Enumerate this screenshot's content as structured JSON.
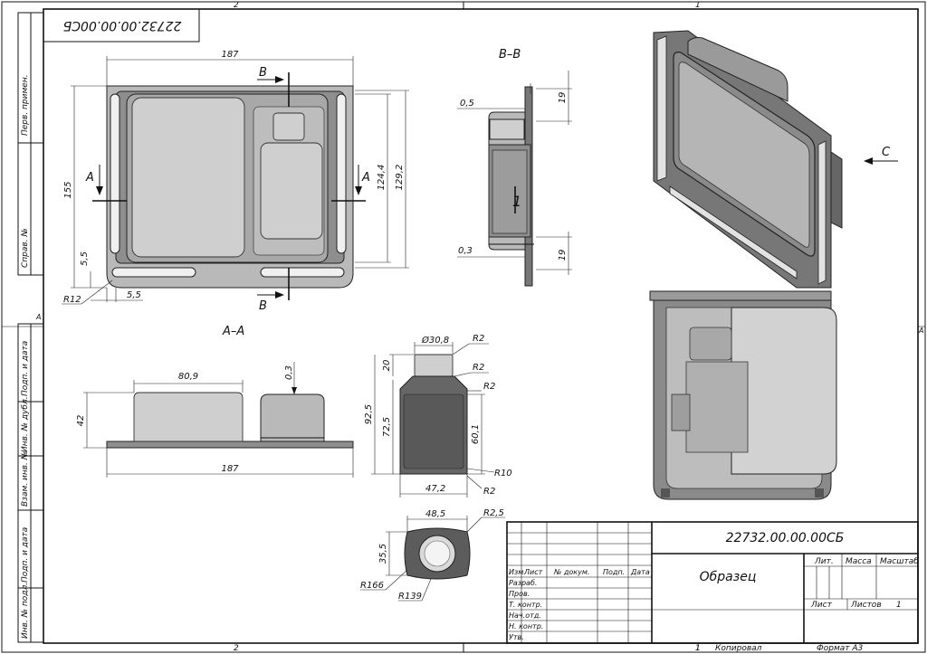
{
  "frame": {
    "zone_top_left": "2",
    "zone_top_right": "1",
    "zone_bottom_left": "2",
    "zone_bottom_right": "1",
    "zone_side_left": "A",
    "zone_side_right": "A"
  },
  "mirrored_stamp": "22732.00.00.00СБ",
  "side_strip": [
    "Перв. примен.",
    "Справ. №",
    "Подп. и дата",
    "Инв. № дубл.",
    "Взам. инв. №",
    "Подп. и дата",
    "Инв. № подл."
  ],
  "views": {
    "bb_title": "В–В",
    "aa_title": "А–А",
    "c_label": "С",
    "section_a": "А",
    "section_b": "В",
    "item_number": "1"
  },
  "dims": {
    "width_187_top": "187",
    "height_155": "155",
    "height_124_4": "124,4",
    "height_129_2": "129,2",
    "d_5_5_v": "5,5",
    "r12": "R12",
    "d_5_5_h": "5,5",
    "bb_0_5": "0,5",
    "bb_0_3": "0,3",
    "bb_19_top": "19",
    "bb_19_bottom": "19",
    "aa_80_9": "80,9",
    "aa_0_3": "0,3",
    "aa_42": "42",
    "aa_187": "187",
    "bottle_d30_8": "Ø30,8",
    "bottle_r2_a": "R2",
    "bottle_r2_b": "R2",
    "bottle_r2_c": "R2",
    "bottle_r2_d": "R2",
    "bottle_20": "20",
    "bottle_92_5": "92,5",
    "bottle_72_5": "72,5",
    "bottle_60_1": "60,1",
    "bottle_r10": "R10",
    "bottle_47_2": "47,2",
    "top_48_5": "48,5",
    "top_r2_5": "R2,5",
    "top_35_5": "35,5",
    "top_r166": "R166",
    "top_r139": "R139"
  },
  "title_block": {
    "designation": "22732.00.00.00СБ",
    "name": "Образец",
    "col_lit": "Лит.",
    "col_mass": "Масса",
    "col_scale": "Масштаб",
    "sheet_label": "Лист",
    "sheets_label": "Листов",
    "sheets_count": "1",
    "rev_headers": [
      "Изм.",
      "Лист",
      "№ докум.",
      "Подп.",
      "Дата"
    ],
    "roles": [
      "Разраб.",
      "Пров.",
      "Т. контр.",
      "Нач.отд.",
      "Н. контр.",
      "Утв."
    ]
  },
  "footer": {
    "sheet_no": "1",
    "copied": "Копировал",
    "format": "Формат А3"
  }
}
